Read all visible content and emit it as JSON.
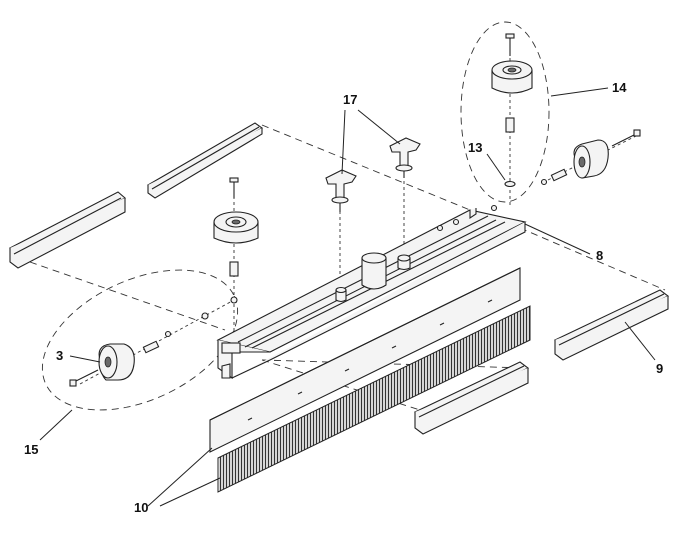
{
  "callouts": {
    "c3": "3",
    "c8": "8",
    "c9": "9",
    "c10": "10",
    "c13": "13",
    "c14": "14",
    "c15": "15",
    "c17": "17"
  }
}
